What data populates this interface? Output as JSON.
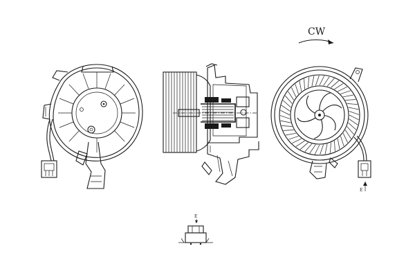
{
  "drawing": {
    "rotation_label": "CW",
    "detail_mark": "E",
    "connector_mark_right": "E"
  }
}
